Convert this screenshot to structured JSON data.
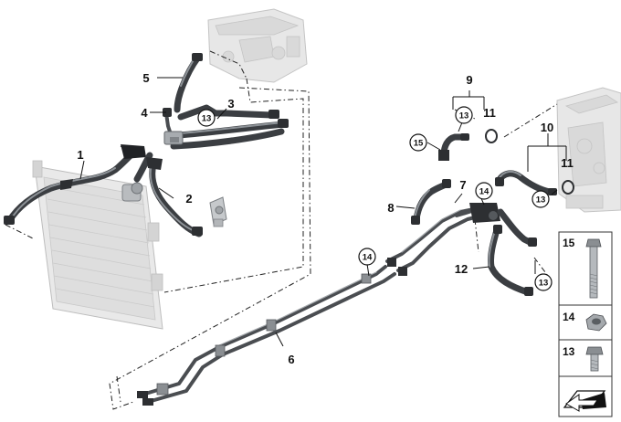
{
  "callouts": {
    "c1": "1",
    "c2": "2",
    "c3": "3",
    "c4": "4",
    "c5": "5",
    "c6": "6",
    "c7": "7",
    "c8": "8",
    "c9": "9",
    "c10": "10",
    "c11a": "11",
    "c11b": "11",
    "c12": "12",
    "c13a": "13",
    "c13b": "13",
    "c13c": "13",
    "c13d": "13",
    "c14a": "14",
    "c14b": "14",
    "c15": "15"
  },
  "legend": {
    "item_15": "15",
    "item_14": "14",
    "item_13": "13"
  }
}
